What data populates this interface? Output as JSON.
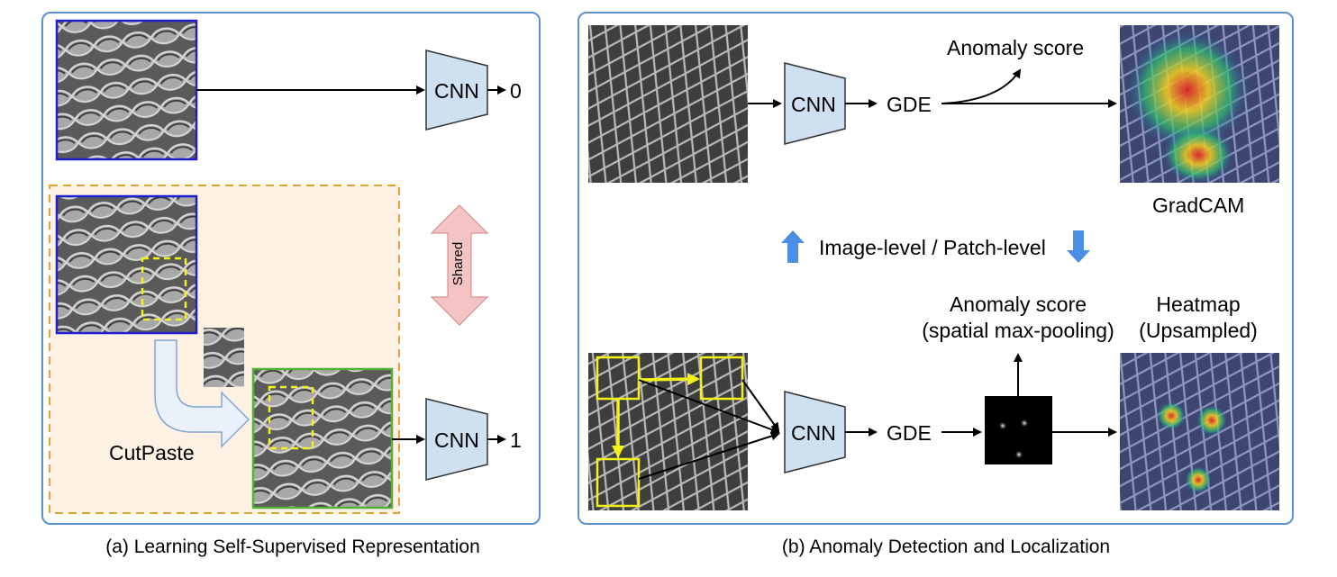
{
  "panel_a": {
    "caption": "(a) Learning Self-Supervised Representation",
    "cnn_top_label": "CNN",
    "cnn_top_output": "0",
    "cnn_bottom_label": "CNN",
    "cnn_bottom_output": "1",
    "shared_label": "Shared",
    "cutpaste_label": "CutPaste"
  },
  "panel_b": {
    "caption": "(b) Anomaly Detection and Localization",
    "cnn_top_label": "CNN",
    "gde_top_label": "GDE",
    "anomaly_score_top": "Anomaly score",
    "gradcam_label": "GradCAM",
    "level_label": "Image-level / Patch-level",
    "cnn_bottom_label": "CNN",
    "gde_bottom_label": "GDE",
    "anomaly_score_bottom_line1": "Anomaly score",
    "anomaly_score_bottom_line2": "(spatial max-pooling)",
    "heatmap_line1": "Heatmap",
    "heatmap_line2": "(Upsampled)"
  },
  "colors": {
    "panel_border": "#5b8fd6",
    "cnn_fill": "#cfe0f1",
    "normal_border": "#1f1fcf",
    "augmented_border": "#55b03a",
    "patch_yellow": "#f2f21a",
    "orange_dashed": "#e9a23a",
    "orange_fill": "#fdf1e4",
    "shared_arrow": "#f4c4c4",
    "level_arrows": "#4a8ee6"
  }
}
